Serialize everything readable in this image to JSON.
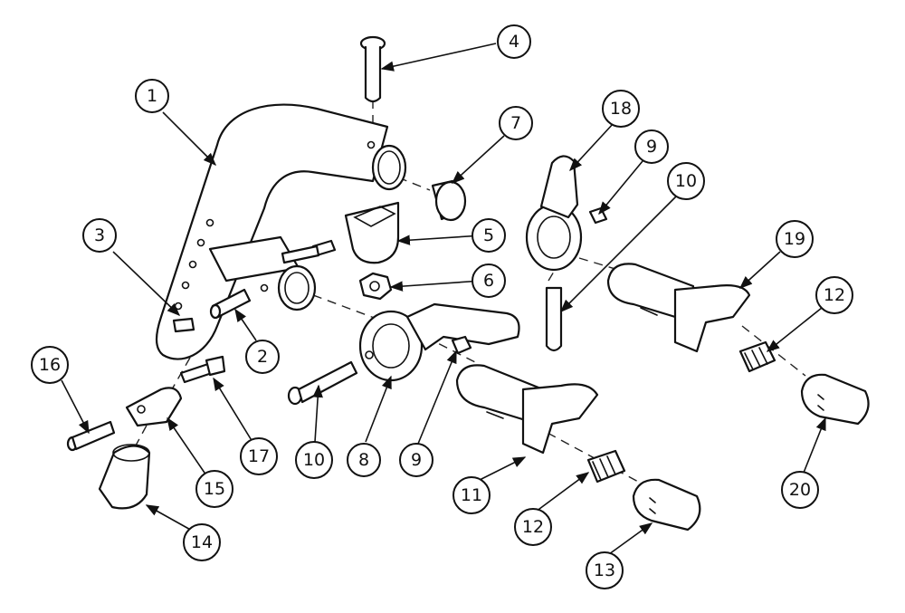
{
  "callouts": {
    "c1": "1",
    "c2": "2",
    "c3": "3",
    "c4": "4",
    "c5": "5",
    "c6": "6",
    "c7": "7",
    "c8": "8",
    "c9a": "9",
    "c9b": "9",
    "c10a": "10",
    "c10b": "10",
    "c11": "11",
    "c12a": "12",
    "c12b": "12",
    "c13": "13",
    "c14": "14",
    "c15": "15",
    "c16": "16",
    "c17": "17",
    "c18": "18",
    "c19": "19",
    "c20": "20"
  }
}
